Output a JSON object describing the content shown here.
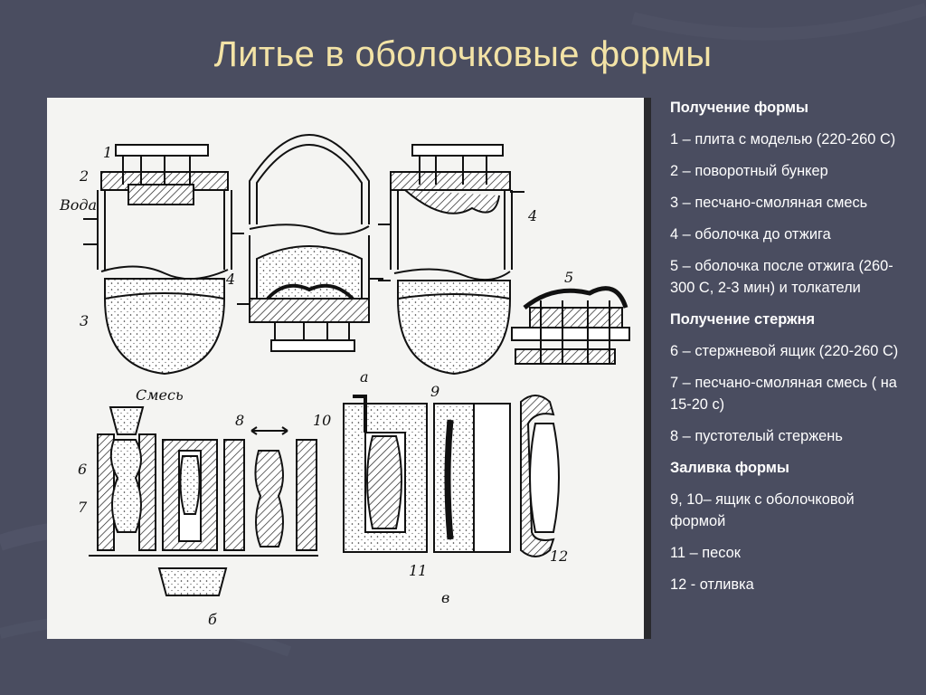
{
  "slide": {
    "title": "Литье в оболочковые формы",
    "colors": {
      "background": "#4a4d60",
      "title": "#f3e3a6",
      "text": "#ffffff"
    }
  },
  "figure": {
    "labels": {
      "l1": "1",
      "l2": "2",
      "voda": "Вода",
      "l3": "3",
      "l4a": "4",
      "l4b": "4",
      "l5": "5",
      "a": "а",
      "smes": "Смесь",
      "l6": "6",
      "l7": "7",
      "l8": "8",
      "l9": "9",
      "l10": "10",
      "l11": "11",
      "l12": "12",
      "b": "б",
      "v": "в"
    }
  },
  "legend": {
    "items": [
      {
        "text": "Получение формы",
        "heading": true
      },
      {
        "text": "1 – плита с моделью (220-260 С)",
        "heading": false
      },
      {
        "text": "2 – поворотный бункер",
        "heading": false
      },
      {
        "text": "3 – песчано-смоляная смесь",
        "heading": false
      },
      {
        "text": "4 – оболочка до отжига",
        "heading": false
      },
      {
        "text": "5 – оболочка после отжига (260-300 С, 2-3 мин) и толкатели",
        "heading": false
      },
      {
        "text": "Получение стержня",
        "heading": true
      },
      {
        "text": "6 – стержневой ящик (220-260 С)",
        "heading": false
      },
      {
        "text": "7 – песчано-смоляная смесь ( на 15-20 с)",
        "heading": false
      },
      {
        "text": "8 – пустотелый стержень",
        "heading": false
      },
      {
        "text": "Заливка формы",
        "heading": true
      },
      {
        "text": "9, 10– ящик с оболочковой формой",
        "heading": false
      },
      {
        "text": "11 – песок",
        "heading": false
      },
      {
        "text": "12 - отливка",
        "heading": false
      }
    ]
  }
}
